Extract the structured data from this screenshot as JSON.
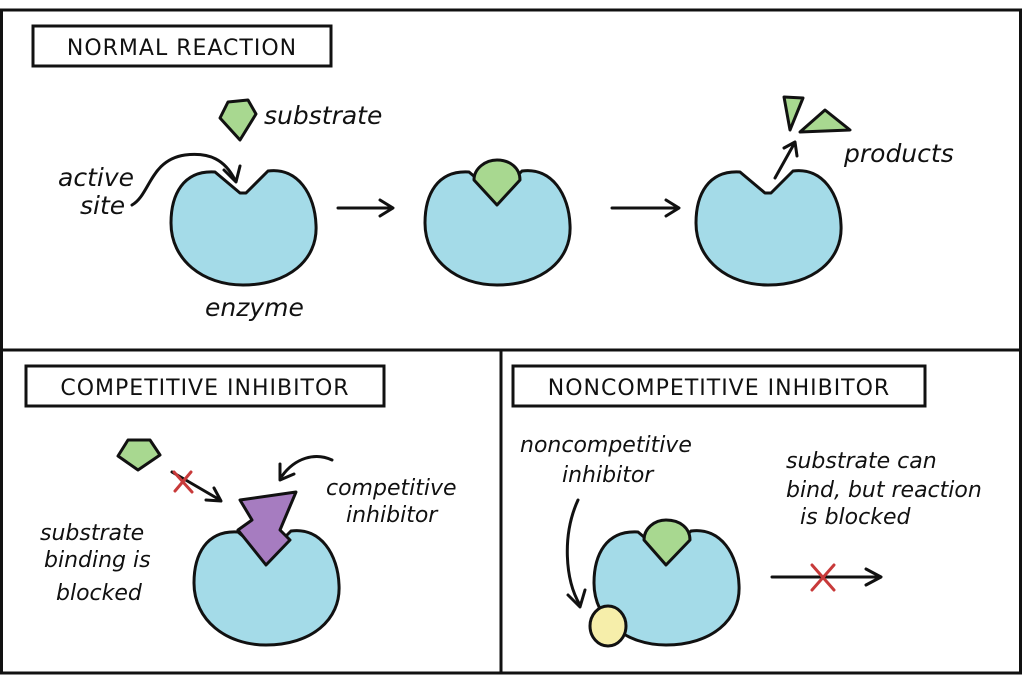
{
  "panels": {
    "normal": {
      "title": "NORMAL REACTION",
      "substrate_label": "substrate",
      "active_site_line1": "active",
      "active_site_line2": "site",
      "enzyme_label": "enzyme",
      "products_label": "products"
    },
    "competitive": {
      "title": "COMPETITIVE INHIBITOR",
      "inhibitor_line1": "competitive",
      "inhibitor_line2": "inhibitor",
      "blocked_line1": "substrate",
      "blocked_line2": "binding is",
      "blocked_line3": "blocked"
    },
    "noncompetitive": {
      "title": "NONCOMPETITIVE INHIBITOR",
      "inhibitor_line1": "noncompetitive",
      "inhibitor_line2": "inhibitor",
      "note_line1": "substrate can",
      "note_line2": "bind, but reaction",
      "note_line3": "is blocked"
    }
  },
  "colors": {
    "enzyme": "#a4dbe8",
    "substrate": "#a8d890",
    "competitive_inhibitor": "#a67cc0",
    "noncompetitive_inhibitor": "#f6eeaa",
    "blocked_mark": "#c83a3a"
  }
}
